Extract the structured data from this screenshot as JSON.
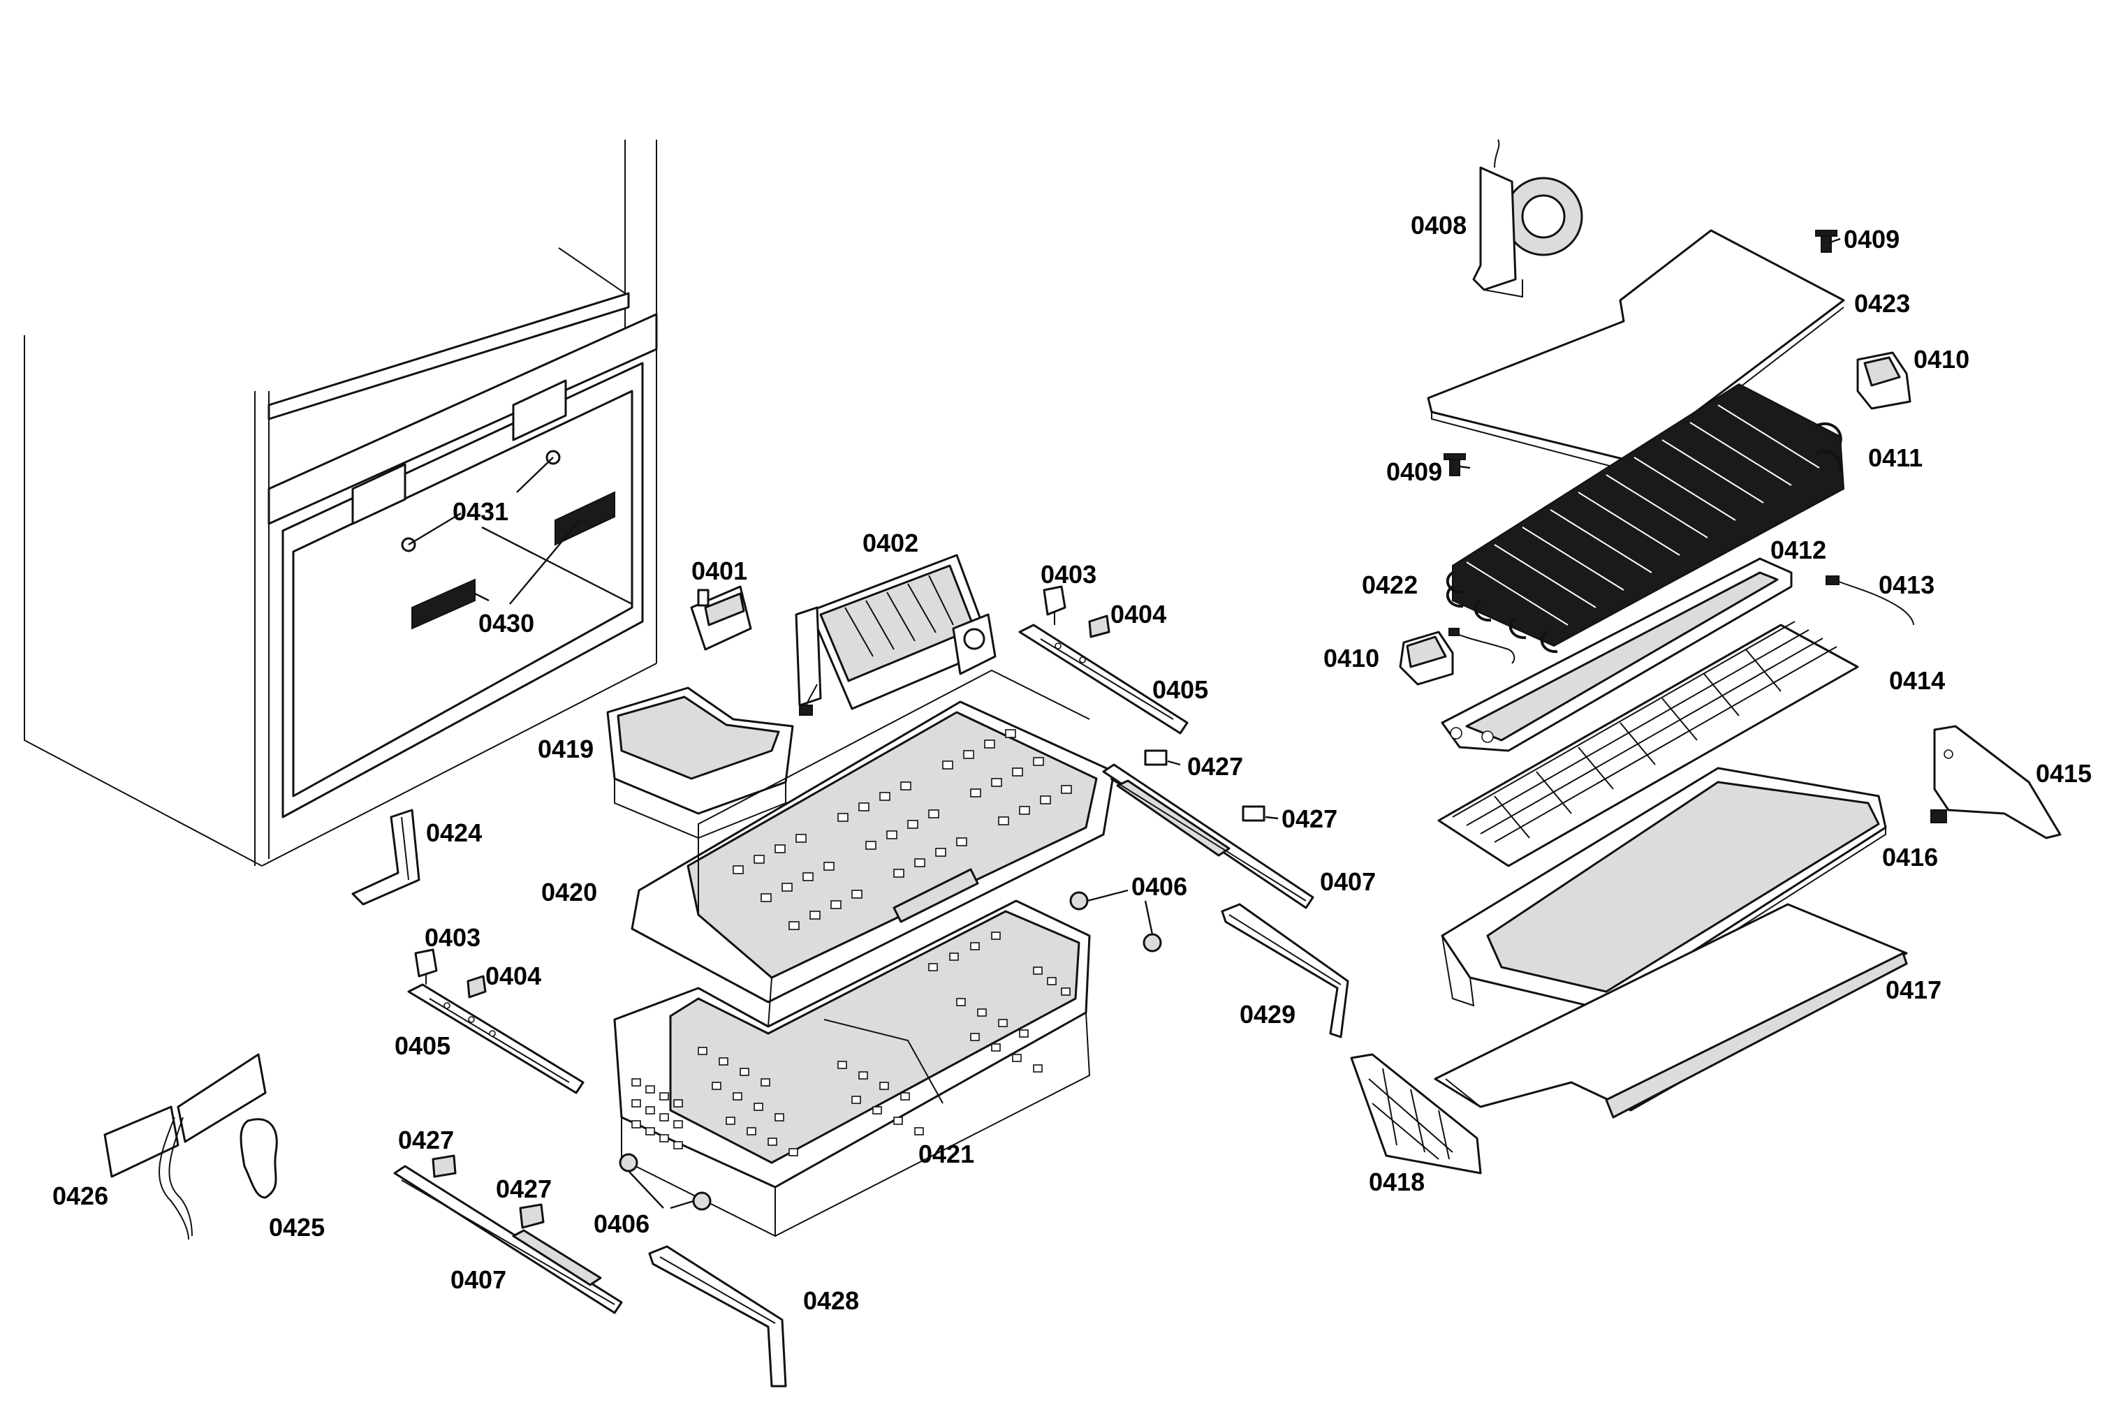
{
  "colors": {
    "line": "#111111",
    "background": "#ffffff",
    "shade": "#dcdcdc"
  },
  "labels": {
    "p0401": "0401",
    "p0402": "0402",
    "p0403a": "0403",
    "p0403b": "0403",
    "p0404a": "0404",
    "p0404b": "0404",
    "p0405a": "0405",
    "p0405b": "0405",
    "p0406a": "0406",
    "p0406b": "0406",
    "p0407a": "0407",
    "p0407b": "0407",
    "p0408": "0408",
    "p0409a": "0409",
    "p0409b": "0409",
    "p0410a": "0410",
    "p0410b": "0410",
    "p0411": "0411",
    "p0412": "0412",
    "p0413": "0413",
    "p0414": "0414",
    "p0415": "0415",
    "p0416": "0416",
    "p0417": "0417",
    "p0418": "0418",
    "p0419": "0419",
    "p0420": "0420",
    "p0421": "0421",
    "p0422": "0422",
    "p0423": "0423",
    "p0424": "0424",
    "p0425": "0425",
    "p0426": "0426",
    "p0427a": "0427",
    "p0427b": "0427",
    "p0427c": "0427",
    "p0427d": "0427",
    "p0428": "0428",
    "p0429": "0429",
    "p0430": "0430",
    "p0431": "0431"
  }
}
